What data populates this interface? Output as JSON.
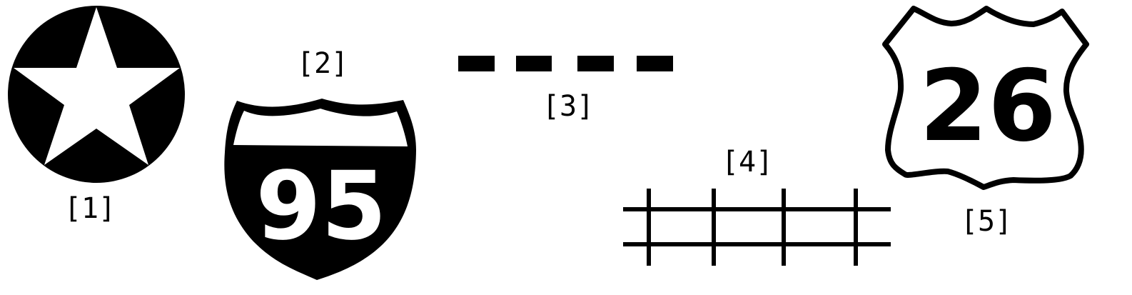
{
  "symbols": [
    {
      "label": "[1]",
      "icon": "star-in-circle-icon"
    },
    {
      "label": "[2]",
      "icon": "interstate-shield-icon",
      "route_number": "95"
    },
    {
      "label": "[3]",
      "icon": "dashed-line-icon"
    },
    {
      "label": "[4]",
      "icon": "railroad-track-icon"
    },
    {
      "label": "[5]",
      "icon": "us-route-shield-icon",
      "route_number": "26"
    }
  ],
  "colors": {
    "ink": "#000000",
    "background": "#ffffff"
  }
}
